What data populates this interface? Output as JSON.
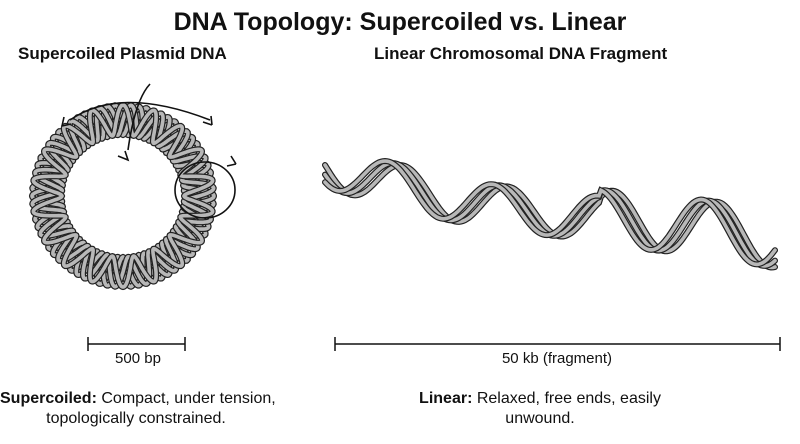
{
  "title": "DNA Topology: Supercoiled vs. Linear",
  "left": {
    "heading": "Supercoiled Plasmid DNA",
    "scale_label": "500 bp",
    "caption_bold": "Supercoiled:",
    "caption_line1": "Compact, under tension,",
    "caption_line2": "topologically constrained."
  },
  "right": {
    "heading": "Linear Chromosomal DNA Fragment",
    "scale_label": "50 kb (fragment)",
    "caption_bold": "Linear:",
    "caption_line1": "Relaxed, free ends, easily",
    "caption_line2": "unwound."
  },
  "colors": {
    "ribbon": "#b8b8b8",
    "outline": "#222222"
  }
}
